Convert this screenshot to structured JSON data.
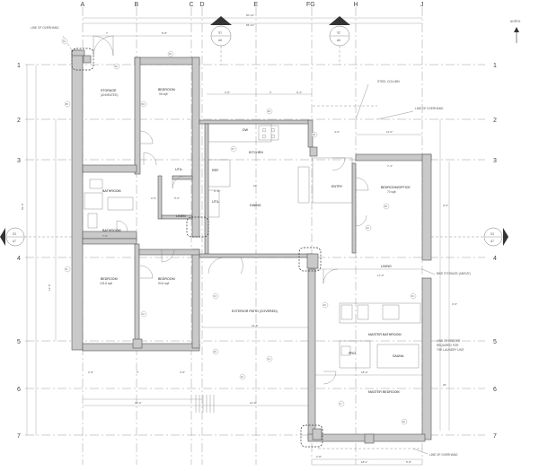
{
  "grid": {
    "columns": [
      "A",
      "B",
      "C",
      "D",
      "E",
      "FG",
      "H",
      "J"
    ],
    "rows": [
      "1",
      "2",
      "3",
      "4",
      "5",
      "6",
      "7"
    ]
  },
  "north": {
    "label": "NORTH"
  },
  "rooms": {
    "storage": "STORAGE",
    "storage_sub": "(UNHEATED)",
    "bedroom_top": "BEDROOM",
    "bedroom_top_area": "96 sqft",
    "bathroom_upper": "BATHROOM",
    "bathroom_lower": "BATHROOM",
    "bedroom_left": "BEDROOM",
    "bedroom_left_area": "103.8 sqft",
    "bedroom_mid": "BEDROOM",
    "bedroom_mid_area": "90.8 sqft",
    "util_a": "UTIL.",
    "util_b": "UTIL.",
    "linen": "LINEN",
    "ref": "REF.",
    "kitchen": "KITCHEN",
    "dining": "DINING",
    "dw": "DW",
    "entry": "ENTRY",
    "bedroom_office": "BEDROOM/OFFICE",
    "bedroom_office_area": "70 sqft",
    "living": "LIVING",
    "patio": "EXTERIOR PATIO (COVERED)",
    "master_bath": "MASTER BATHROOM",
    "sauna": "SAUNA",
    "pro": "PRO",
    "master_bed": "MASTER BEDROOM"
  },
  "section_marks": {
    "s1": {
      "num": "S1",
      "sheet": "A6"
    },
    "s2": {
      "num": "S2",
      "sheet": "A6"
    },
    "s3l": {
      "num": "S3",
      "sheet": "A7"
    },
    "s3r": {
      "num": "S3",
      "sheet": "A7"
    }
  },
  "notes": {
    "overhang_tl": "LINE OF OVERHANG",
    "steel_column": "STEEL COLUMN",
    "overhang_tr": "LINE OF OVERHANG",
    "bike_storage": "BIKE STORAGE (ABOVE)",
    "laundry1": "LINE OF FEEDER",
    "laundry2": "REQUIRED FOR",
    "laundry3": "THE LAUNDRY UNIT",
    "overhang_b": "LINE OF OVERHANG"
  },
  "dimensions": {
    "top_overall": "50'-10\"",
    "top_sub": "56'-10\"",
    "d_7": "7'",
    "d_88": "8'-8\"",
    "d_28": "2'-8\"",
    "d_3": "3'",
    "d_94": "9'-4\"",
    "d_46": "4'-6\"",
    "d_110": "11'-0\"",
    "d_73": "7'-3\"",
    "d_26": "2'-6\"",
    "d_54": "5'-6\"",
    "d_911": "9'-11\"",
    "d_76": "7'-6\"",
    "d_10": "10'",
    "d_14": "14'-6\"",
    "d_17": "17'-0\"",
    "d_18": "18'-0\"",
    "d_90": "9'-0\"",
    "d_36": "3'-6\"",
    "d_20": "20'",
    "left_total": "52'-0\"",
    "left_sub": "13'-0\"",
    "bot_1": "2'-8\"",
    "bot_2": "3'",
    "bot_3": "3'-8\"",
    "bot_overall": "18'-0\"",
    "bot_4": "14'-6\"",
    "bot_5": "2'-8\"",
    "bot_6": "18'-1\"",
    "bot_7": "5'-8\""
  },
  "tags": [
    "01",
    "02",
    "03",
    "04",
    "05",
    "06",
    "07",
    "08",
    "09",
    "10",
    "11",
    "12",
    "13",
    "14",
    "15",
    "16",
    "17",
    "18",
    "19",
    "20"
  ]
}
